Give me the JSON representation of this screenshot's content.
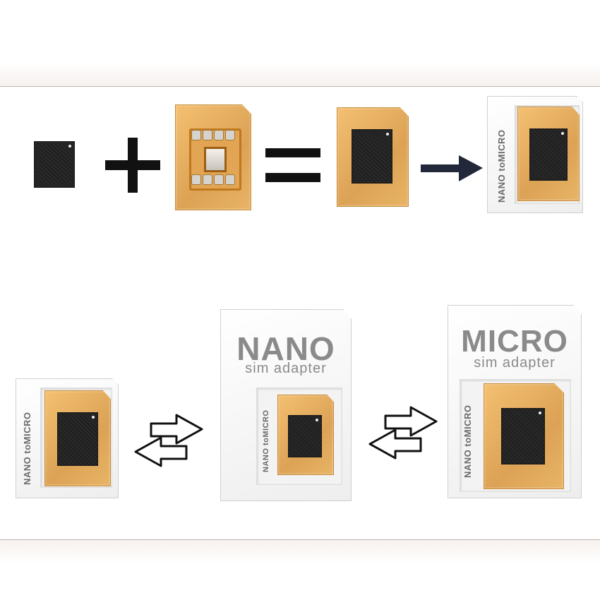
{
  "labels": {
    "nano_to_micro": "NANO toMICRO",
    "nano_big": "NANO",
    "nano_sub": "sim adapter",
    "micro_big": "MICRO",
    "micro_sub": "sim adapter"
  },
  "icons": {
    "plus": "plus-icon",
    "equals": "equals-icon",
    "arrow": "arrow-right-icon",
    "swap": "swap-arrows-icon"
  },
  "colors": {
    "sim_gold": "#e0a85a",
    "adapter_white": "#ffffff",
    "label_gray": "#8a8a8a",
    "arrow_navy": "#22283a"
  }
}
